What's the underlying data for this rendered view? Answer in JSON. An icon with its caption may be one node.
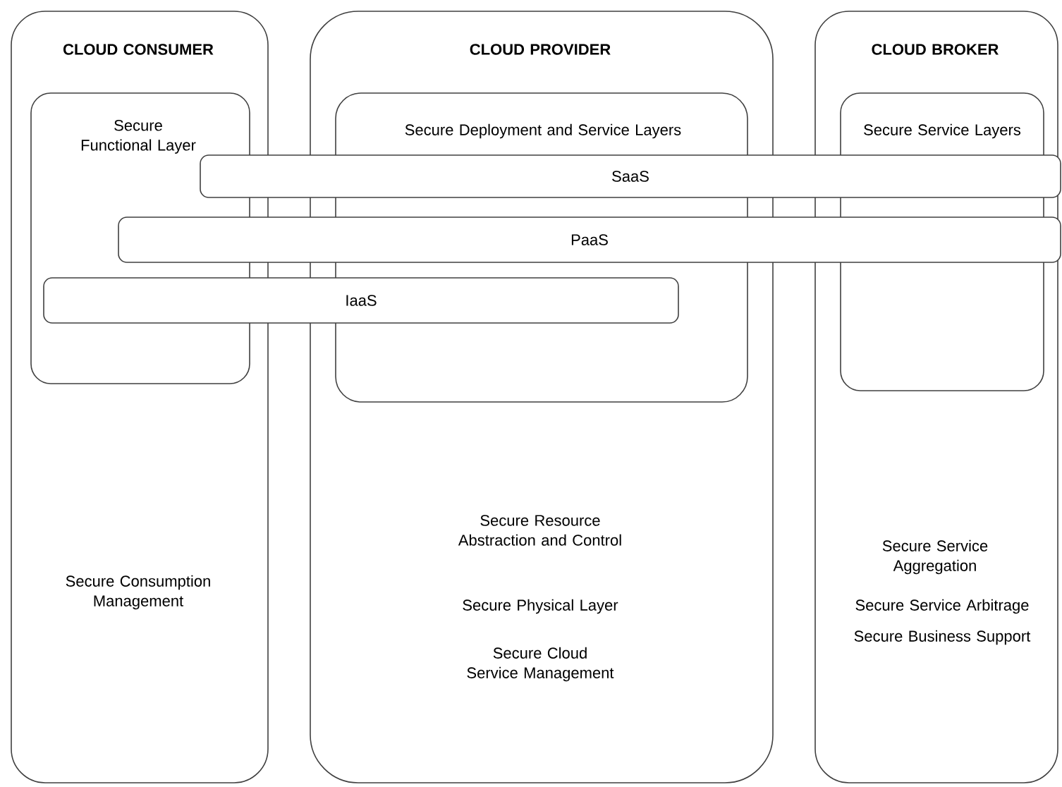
{
  "diagram": {
    "nodes": [
      {
        "text": [
          "CLOUD CONSUMER",
          "Secure Consumption Management"
        ]
      },
      {
        "text": [
          "Secure Functional Layer"
        ],
        "in": 0
      },
      {
        "text": [
          "CLOUD PROVIDER",
          "Secure Resource Abstraction and Control",
          "Secure Physical Layer",
          "Secure Cloud Service Management"
        ]
      },
      {
        "text": [
          "Secure Deployment and Service Layers"
        ],
        "in": 2
      },
      {
        "text": [
          "CLOUD BROKER",
          "Secure Service Aggregation",
          "Secure Service Arbitrage",
          "Secure Business Support"
        ]
      },
      {
        "text": [
          "Secure Service Layers"
        ],
        "in": 4
      },
      {
        "text": [
          "SaaS"
        ]
      },
      {
        "text": [
          "PaaS"
        ]
      },
      {
        "text": [
          "IaaS"
        ]
      }
    ]
  }
}
